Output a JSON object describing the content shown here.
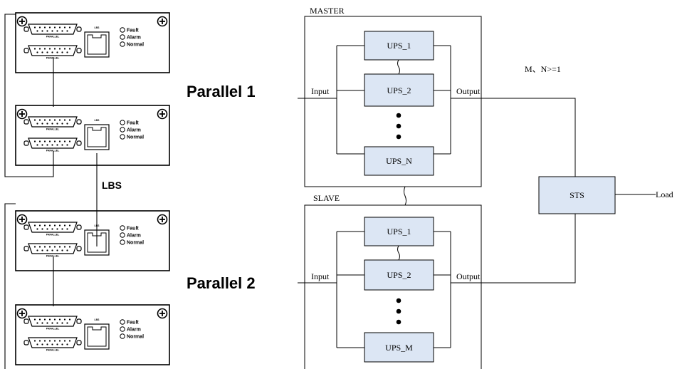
{
  "cards": [
    {
      "leds": [
        "Fault",
        "Alarm",
        "Normal"
      ],
      "port_label": "LBS",
      "connector_labels": [
        "PARALLEL",
        "PARALLEL"
      ]
    },
    {
      "leds": [
        "Fault",
        "Alarm",
        "Normal"
      ],
      "port_label": "LBS",
      "connector_labels": [
        "PARALLEL",
        "PARALLEL"
      ]
    },
    {
      "leds": [
        "Fault",
        "Alarm",
        "Normal"
      ],
      "port_label": "LBS",
      "connector_labels": [
        "PARALLEL",
        "PARALLEL"
      ]
    },
    {
      "leds": [
        "Fault",
        "Alarm",
        "Normal"
      ],
      "port_label": "LBS",
      "connector_labels": [
        "PARALLEL",
        "PARALLEL"
      ]
    }
  ],
  "labels": {
    "parallel1": "Parallel 1",
    "parallel2": "Parallel 2",
    "lbs": "LBS"
  },
  "master": {
    "title": "MASTER",
    "input": "Input",
    "output": "Output",
    "units": [
      "UPS_1",
      "UPS_2",
      "UPS_N"
    ]
  },
  "slave": {
    "title": "SLAVE",
    "input": "Input",
    "output": "Output",
    "units": [
      "UPS_1",
      "UPS_2",
      "UPS_M"
    ]
  },
  "sts": "STS",
  "load": "Load",
  "note": "M、N>=1"
}
